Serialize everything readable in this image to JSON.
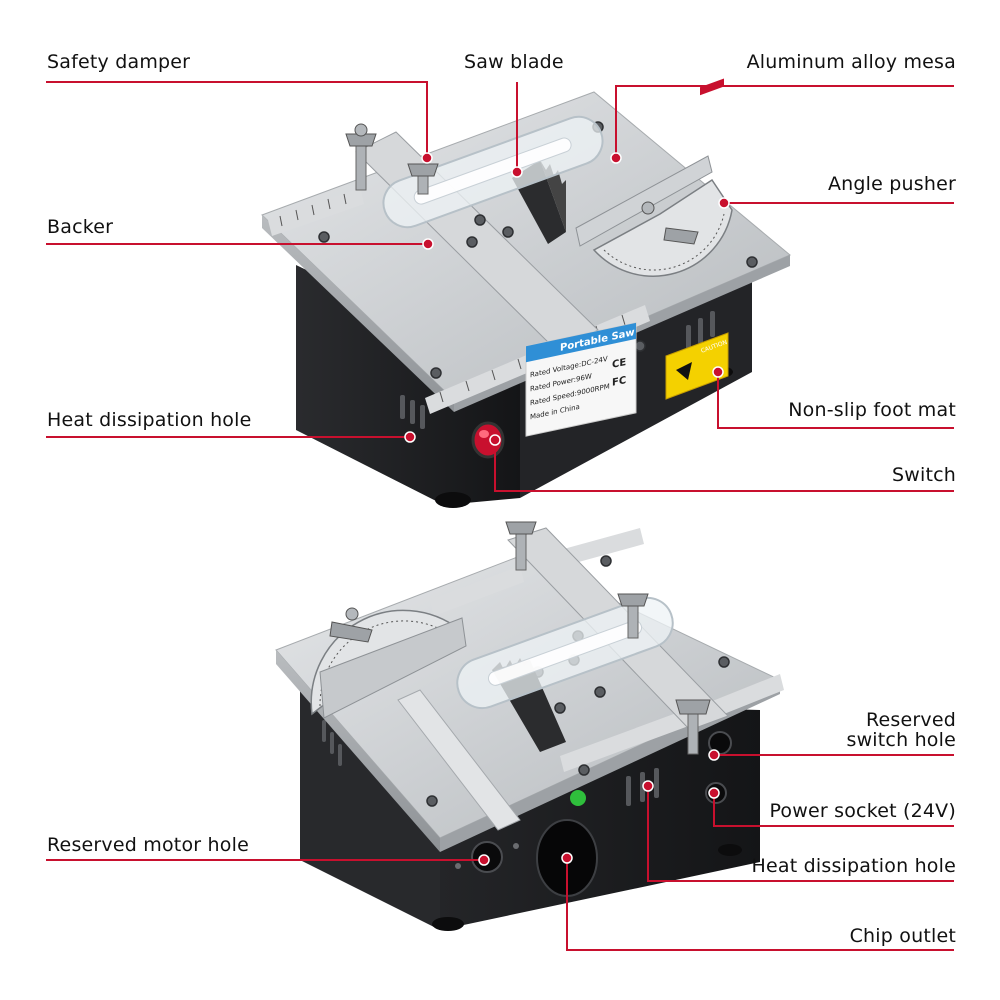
{
  "labels": {
    "safety_damper": "Safety damper",
    "saw_blade": "Saw blade",
    "aluminum_mesa": "Aluminum alloy mesa",
    "angle_pusher": "Angle pusher",
    "backer": "Backer",
    "heat_hole_top": "Heat dissipation hole",
    "non_slip_mat": "Non-slip foot mat",
    "switch": "Switch",
    "reserved_switch_line1": "Reserved",
    "reserved_switch_line2": "switch hole",
    "power_socket": "Power socket (24V)",
    "reserved_motor": "Reserved motor hole",
    "heat_hole_bottom": "Heat dissipation hole",
    "chip_outlet": "Chip outlet"
  },
  "product_label": {
    "title": "Portable Saw",
    "line1": "Rated Voltage:DC-24V",
    "line2": "Rated Power:96W",
    "line3": "Rated Speed:9000RPM",
    "line4": "Made in China",
    "cert1": "CE",
    "cert2": "FC"
  },
  "warning_label": {
    "text": "CAUTION"
  },
  "colors": {
    "callout": "#c8102e",
    "aluminum": "#c9ccce",
    "body": "#1e1f22",
    "acrylic": "#eef3f6"
  }
}
